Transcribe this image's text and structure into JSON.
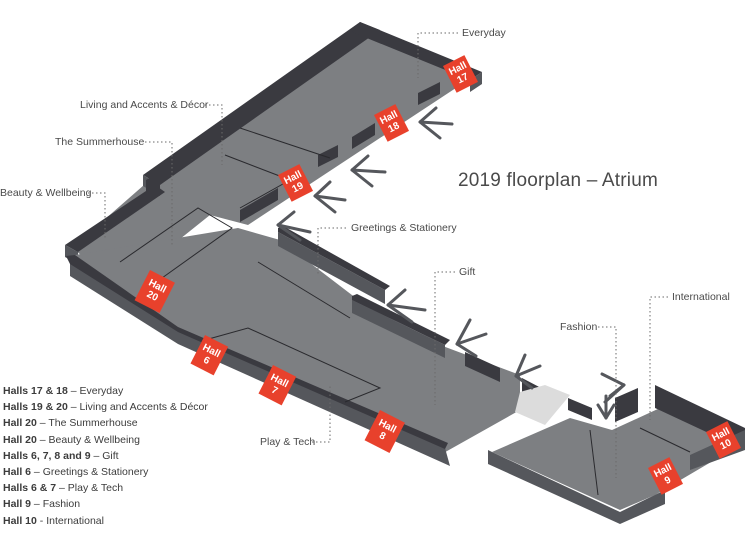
{
  "title": "2019 floorplan – Atrium",
  "halls": [
    {
      "id": "17",
      "label": "Hall 17"
    },
    {
      "id": "18",
      "label": "Hall 18"
    },
    {
      "id": "19",
      "label": "Hall 19"
    },
    {
      "id": "20",
      "label": "Hall 20"
    },
    {
      "id": "6",
      "label": "Hall 6"
    },
    {
      "id": "7",
      "label": "Hall 7"
    },
    {
      "id": "8",
      "label": "Hall 8"
    },
    {
      "id": "9",
      "label": "Hall 9"
    },
    {
      "id": "10",
      "label": "Hall 10"
    }
  ],
  "callouts": {
    "everyday": "Everyday",
    "living": "Living and Accents & Décor",
    "summerhouse": "The Summerhouse",
    "beauty": "Beauty & Wellbeing",
    "greetings": "Greetings & Stationery",
    "gift": "Gift",
    "international": "International",
    "fashion": "Fashion",
    "playtech": "Play & Tech"
  },
  "legend": [
    {
      "halls": "Halls 17 & 18",
      "section": " – Everyday"
    },
    {
      "halls": "Halls 19 & 20",
      "section": " – Living and Accents & Décor"
    },
    {
      "halls": "Hall 20",
      "section": " – The Summerhouse"
    },
    {
      "halls": "Hall 20",
      "section": " – Beauty & Wellbeing"
    },
    {
      "halls": "Halls 6, 7, 8 and 9",
      "section": " – Gift"
    },
    {
      "halls": "Hall 6",
      "section": " – Greetings & Stationery"
    },
    {
      "halls": "Halls 6 & 7",
      "section": " – Play & Tech"
    },
    {
      "halls": "Hall 9",
      "section": " – Fashion"
    },
    {
      "halls": "Hall 10",
      "section": " - International"
    }
  ],
  "colors": {
    "floor": "#7d7f82",
    "wall_top": "#3a3a40",
    "wall_side": "#55575c",
    "hall_badge": "#e8412c",
    "entrance_glass": "#dcdcdc",
    "arrow": "#55575c"
  }
}
